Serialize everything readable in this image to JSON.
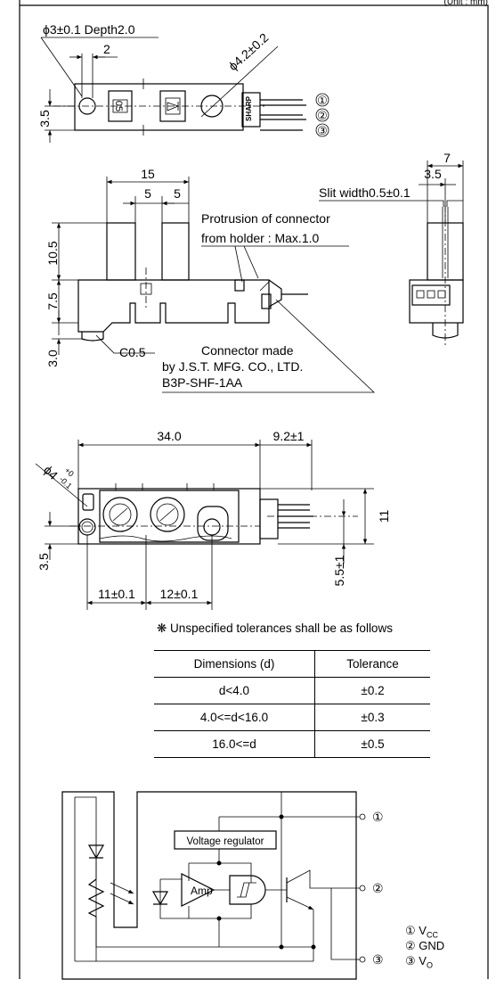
{
  "header": {
    "top_right_fragment": "(Unit : mm)"
  },
  "top_view": {
    "hole_label": "ϕ3±0.1 Depth2.0",
    "dim_2": "2",
    "dim_hole": "ϕ4.2±0.2",
    "dim_3_5": "3.5",
    "label_05": "05",
    "brand": "SHARP",
    "pins": [
      "①",
      "②",
      "③"
    ]
  },
  "front_view": {
    "dim_15": "15",
    "dim_5a": "5",
    "dim_5b": "5",
    "dim_10_5": "10.5",
    "dim_7_5": "7.5",
    "dim_3_0": "3.0",
    "chamfer": "C0.5",
    "protrusion_line1": "Protrusion of connector",
    "protrusion_line2": "from holder : Max.1.0",
    "connector_line1": "Connector made",
    "connector_line2": "by J.S.T. MFG. CO., LTD.",
    "connector_line3": "B3P-SHF-1AA"
  },
  "side_view": {
    "dim_7": "7",
    "dim_3_5": "3.5",
    "slit": "Slit width0.5±0.1"
  },
  "bottom_view": {
    "dim_34": "34.0",
    "dim_9_2": "9.2±1",
    "dim_hole_label": "ϕ4",
    "dim_hole_tol_upper": "+0",
    "dim_hole_tol_lower": "-0.1",
    "dim_11": "11",
    "dim_3_5": "3.5",
    "dim_11_0_1": "11±0.1",
    "dim_12_0_1": "12±0.1",
    "dim_5_5": "5.5±1"
  },
  "tolerance": {
    "note": "❋ Unspecified tolerances shall be as follows",
    "headers": [
      "Dimensions (d)",
      "Tolerance"
    ],
    "rows": [
      [
        "d<4.0",
        "±0.2"
      ],
      [
        "4.0<=d<16.0",
        "±0.3"
      ],
      [
        "16.0<=d",
        "±0.5"
      ]
    ]
  },
  "circuit": {
    "regulator": "Voltage regulator",
    "amp": "Amp",
    "pin1": "①",
    "pin2": "②",
    "pin3": "③",
    "legend": [
      {
        "num": "①",
        "label": "V",
        "sub": "CC"
      },
      {
        "num": "②",
        "label": "GND",
        "sub": ""
      },
      {
        "num": "③",
        "label": "V",
        "sub": "O"
      }
    ]
  }
}
